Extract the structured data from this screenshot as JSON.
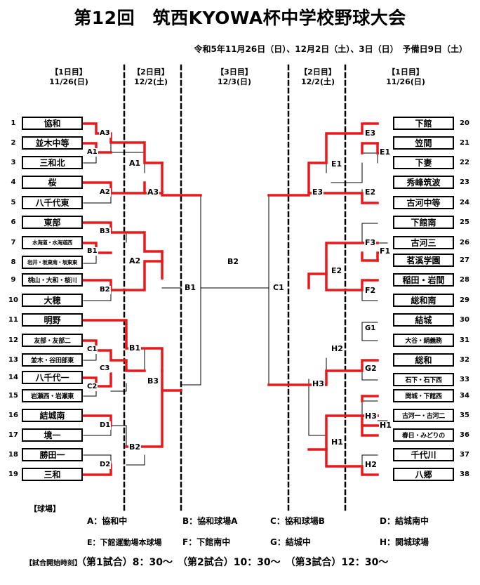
{
  "title": "第12回　筑西KYOWA杯中学校野球大会",
  "dates": "令和5年11月26日（日）、12月2日（土）、3日（日）　予備日9日（土）",
  "columns": [
    {
      "day": "【1日目】",
      "date": "11/26(日)"
    },
    {
      "day": "【2日目】",
      "date": "12/2(土)"
    },
    {
      "day": "【3日目】",
      "date": "12/3(日)"
    },
    {
      "day": "【2日目】",
      "date": "12/2(土)"
    },
    {
      "day": "【1日目】",
      "date": "11/26(日)"
    }
  ],
  "left_teams": [
    {
      "no": "1",
      "name": "協和"
    },
    {
      "no": "2",
      "name": "並木中等"
    },
    {
      "no": "3",
      "name": "三和北"
    },
    {
      "no": "4",
      "name": "桜"
    },
    {
      "no": "5",
      "name": "八千代東"
    },
    {
      "no": "6",
      "name": "東部"
    },
    {
      "no": "7",
      "name": "水海道・水海道西"
    },
    {
      "no": "8",
      "name": "岩井・坂東南・坂東東"
    },
    {
      "no": "9",
      "name": "桃山・大和・桜川"
    },
    {
      "no": "10",
      "name": "大穂"
    },
    {
      "no": "11",
      "name": "明野"
    },
    {
      "no": "12",
      "name": "友部・友部二"
    },
    {
      "no": "13",
      "name": "並木・谷田部東"
    },
    {
      "no": "14",
      "name": "八千代一"
    },
    {
      "no": "15",
      "name": "岩瀬西・岩瀬東"
    },
    {
      "no": "16",
      "name": "結城南"
    },
    {
      "no": "17",
      "name": "境一"
    },
    {
      "no": "18",
      "name": "勝田一"
    },
    {
      "no": "19",
      "name": "三和"
    }
  ],
  "right_teams": [
    {
      "no": "20",
      "name": "下館"
    },
    {
      "no": "21",
      "name": "笠間"
    },
    {
      "no": "22",
      "name": "下妻"
    },
    {
      "no": "23",
      "name": "秀峰筑波"
    },
    {
      "no": "24",
      "name": "古河中等"
    },
    {
      "no": "25",
      "name": "下館南"
    },
    {
      "no": "26",
      "name": "古河三"
    },
    {
      "no": "27",
      "name": "茗溪学園"
    },
    {
      "no": "28",
      "name": "稲田・岩間"
    },
    {
      "no": "29",
      "name": "総和南"
    },
    {
      "no": "30",
      "name": "結城"
    },
    {
      "no": "31",
      "name": "大谷・絹義務"
    },
    {
      "no": "32",
      "name": "総和"
    },
    {
      "no": "33",
      "name": "石下・石下西"
    },
    {
      "no": "34",
      "name": "関城・下館西"
    },
    {
      "no": "35",
      "name": "古河一・古河二"
    },
    {
      "no": "36",
      "name": "春日・みどりの"
    },
    {
      "no": "37",
      "name": "千代川"
    },
    {
      "no": "38",
      "name": "八郷"
    }
  ],
  "game_labels": {
    "A3a": "A3",
    "A1a": "A1",
    "A2a": "A2",
    "B3a": "B3",
    "B1a": "B1",
    "B2a": "B2",
    "C1a": "C1",
    "C3a": "C3",
    "C2a": "C2",
    "D1a": "D1",
    "D2a": "D2",
    "A1b": "A1",
    "A2b": "A2",
    "A3b": "A3",
    "B1b": "B1",
    "B2b": "B2",
    "B3b": "B3",
    "B1c": "B1",
    "B2c": "B2",
    "C1c": "C1",
    "E3a": "E3",
    "E1a": "E1",
    "E2a": "E2",
    "F3a": "F3",
    "F1a": "F1",
    "F2a": "F2",
    "G1a": "G1",
    "G2a": "G2",
    "H3a": "H3",
    "H1a": "H1",
    "H2a": "H2",
    "E1b": "E1",
    "E3b": "E3",
    "E2b": "E2",
    "H2b": "H2",
    "H3b": "H3",
    "H1b": "H1"
  },
  "legend_title": "【球場】",
  "venues": [
    "A：協和中",
    "B：協和球場A",
    "C：協和球場B",
    "D：結城南中",
    "E：下館運動場本球場",
    "F：下館南中",
    "G：結城中",
    "H：関城球場"
  ],
  "times": {
    "label": "【試合開始時刻】",
    "text": "（第1試合）8：30〜　（第2試合）10：30〜　（第3試合）12：30〜"
  },
  "colors": {
    "winner_line": "#e8191b",
    "line": "#000000"
  }
}
